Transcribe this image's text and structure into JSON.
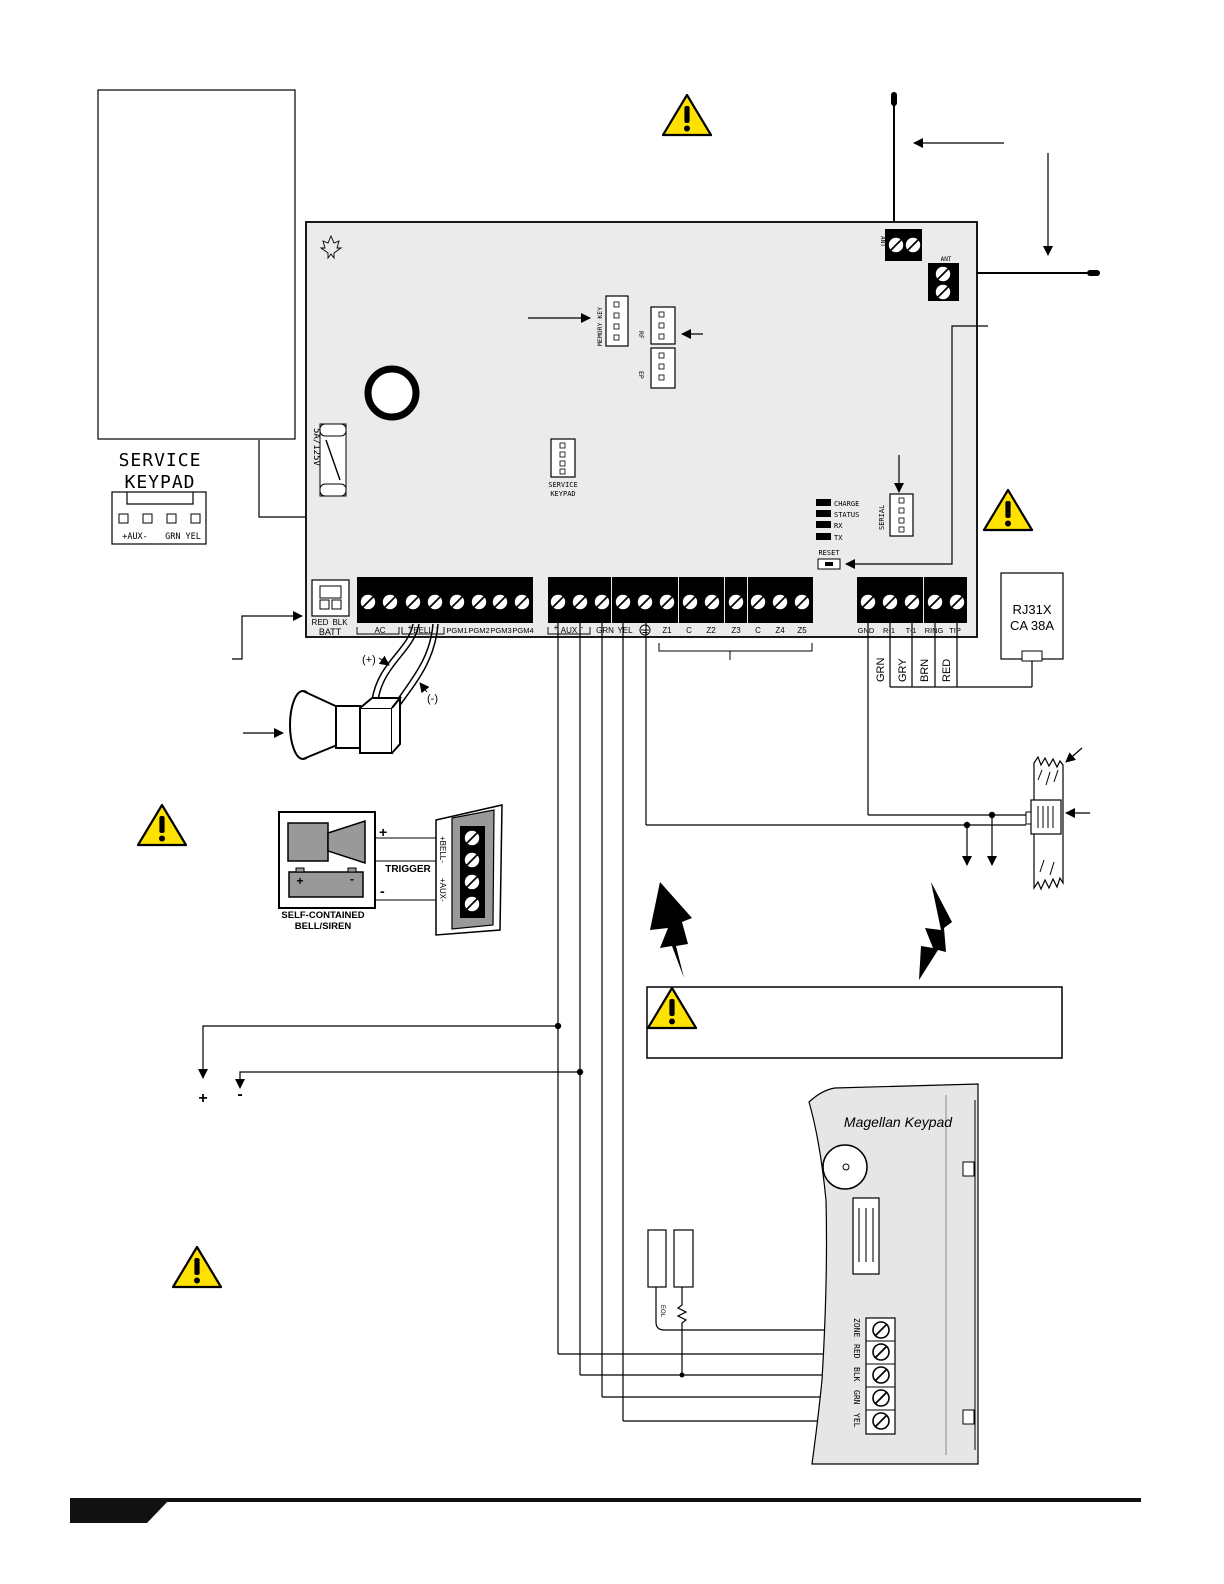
{
  "service_keypad": {
    "title_line1": "SERVICE",
    "title_line2": "KEYPAD",
    "pins_left": "+AUX-",
    "pins_right": "GRN YEL"
  },
  "board": {
    "ant_label": "ANT",
    "ant2_label": "ANT",
    "memory_key": "MEMORY KEY",
    "rf_label": "RF",
    "ep_label": "EP",
    "fuse_label": "5A/125V",
    "service_keypad_line1": "SERVICE",
    "service_keypad_line2": "KEYPAD",
    "serial": "SERIAL",
    "leds": [
      "CHARGE",
      "STATUS",
      "RX",
      "TX"
    ],
    "reset": "RESET",
    "batt_red": "RED",
    "batt_blk": "BLK",
    "batt": "BATT",
    "terminals": {
      "ac": "AC",
      "bell_plus": "+",
      "bell": "BELL",
      "bell_minus": "-",
      "pgm1": "PGM1",
      "pgm2": "PGM2",
      "pgm3": "PGM3",
      "pgm4": "PGM4",
      "aux_plus": "+",
      "aux": "AUX",
      "aux_minus": "-",
      "grn": "GRN",
      "yel": "YEL",
      "z1": "Z1",
      "c1": "C",
      "z2": "Z2",
      "z3": "Z3",
      "c2": "C",
      "z4": "Z4",
      "z5": "Z5",
      "gnd": "GND",
      "r1": "R-1",
      "t1": "T-1",
      "ring": "RING",
      "tip": "TIP"
    }
  },
  "phone": {
    "jack_line1": "RJ31X",
    "jack_line2": "CA 38A",
    "wires": [
      "GRN",
      "GRY",
      "BRN",
      "RED"
    ]
  },
  "siren": {
    "plus": "(+)",
    "minus": "(-)"
  },
  "self_contained": {
    "plus": "+",
    "minus": "-",
    "trigger": "TRIGGER",
    "caption_line1": "SELF-CONTAINED",
    "caption_line2": "BELL/SIREN",
    "bell_label": "+BELL-",
    "aux_label": "+AUX-"
  },
  "aux_power": {
    "plus": "+",
    "minus": "-"
  },
  "magellan": {
    "title": "Magellan  Keypad",
    "terminals": [
      "ZONE",
      "RED",
      "BLK",
      "GRN",
      "YEL"
    ],
    "eol_label": "EOL"
  },
  "colors": {
    "board_fill": "#ebebeb",
    "warning_yellow": "#ffe100",
    "footer_bar": "#111111"
  }
}
